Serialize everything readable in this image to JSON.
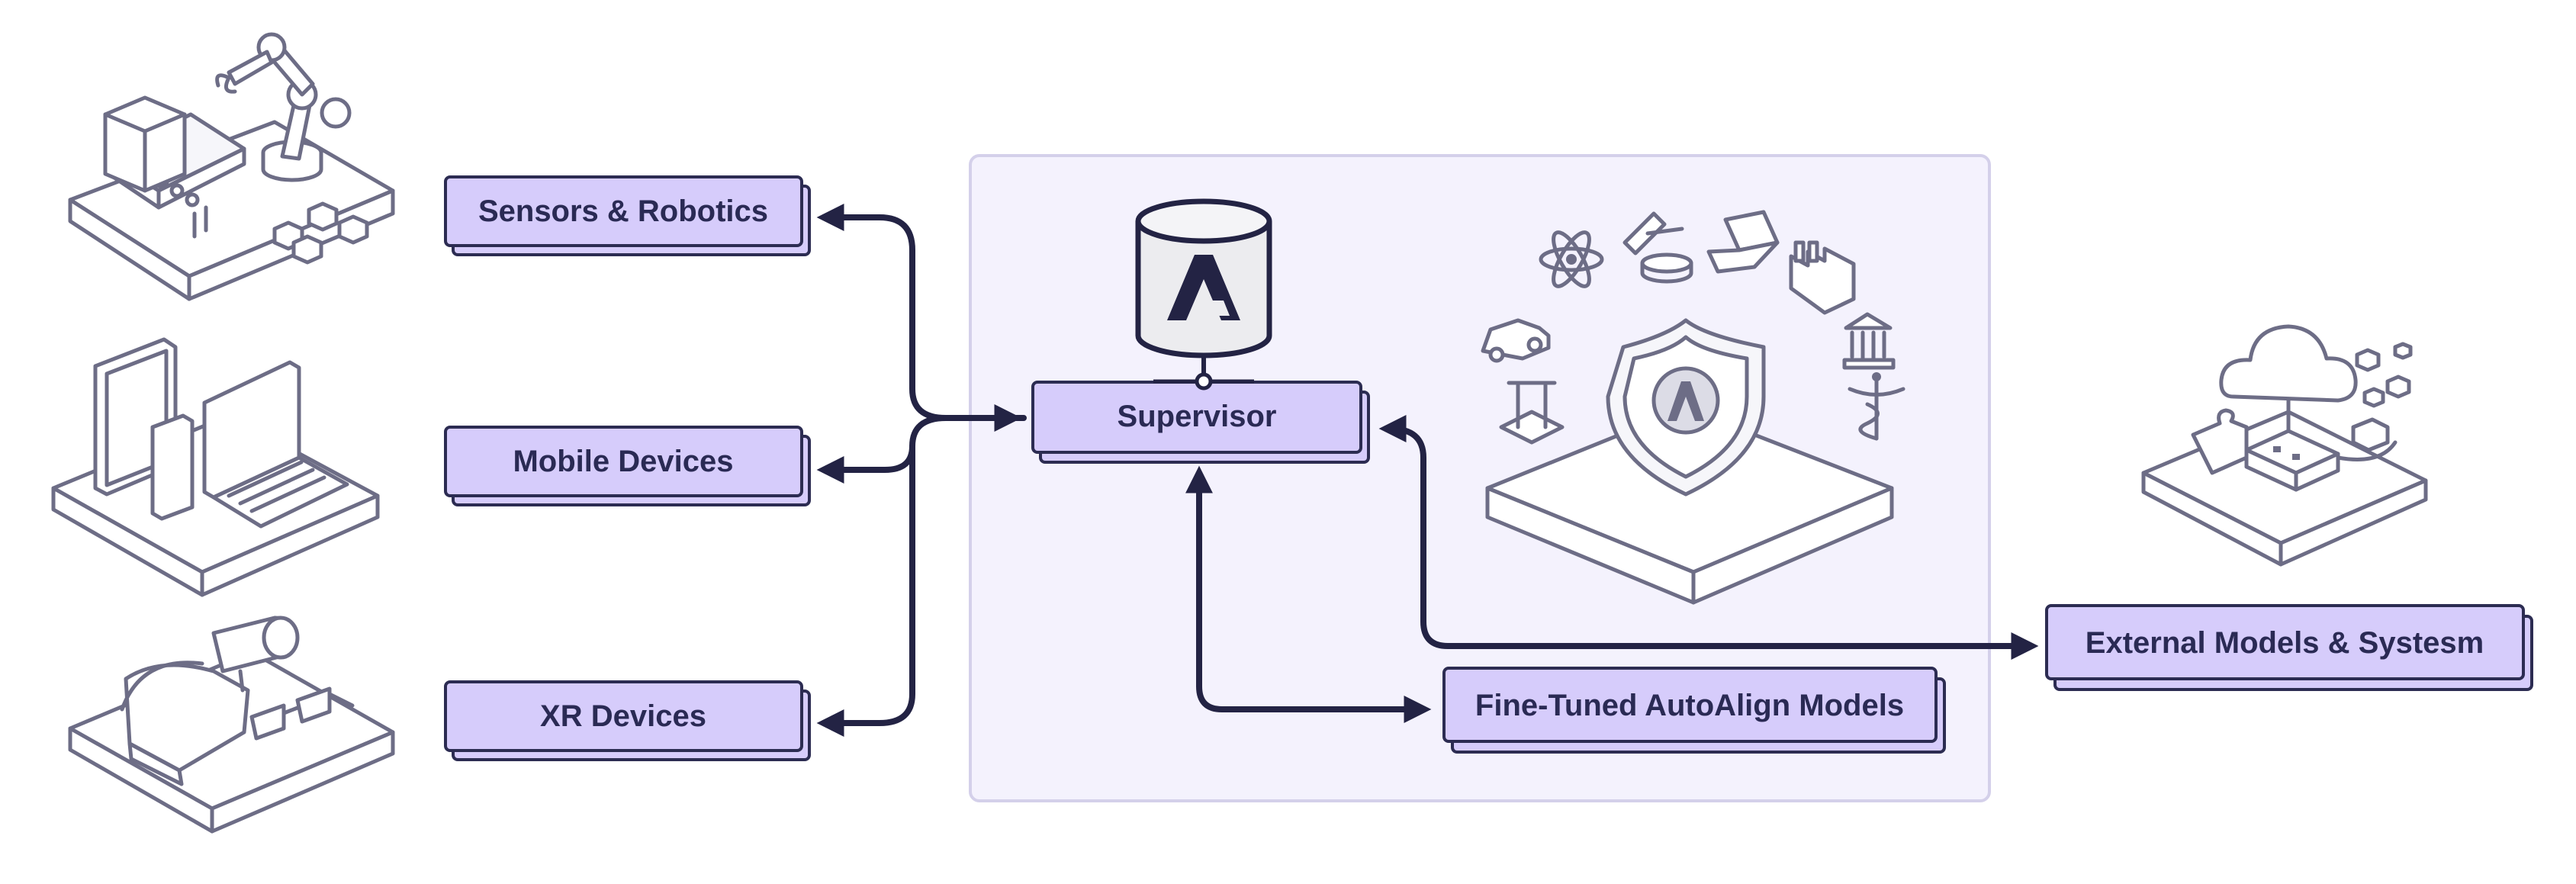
{
  "diagram": {
    "nodes": {
      "sensors": "Sensors & Robotics",
      "mobile": "Mobile Devices",
      "xr": "XR Devices",
      "supervisor": "Supervisor",
      "finetuned": "Fine-Tuned AutoAlign Models",
      "external": "External Models & Systesm"
    },
    "colors": {
      "node_fill": "#d6ccfb",
      "node_stroke": "#2c2c52",
      "node_text": "#2a2a54",
      "arrow": "#232344",
      "panel_fill": "#f4f2fd",
      "panel_stroke": "#d4d0ea",
      "illustration_line": "#6d6d86"
    },
    "icons": [
      "factory-robot-arm-icon",
      "devices-tablet-phone-laptop-icon",
      "vr-headset-glasses-camera-icon",
      "database-autoalign-icon",
      "shield-autoalign-platform-icon",
      "cloud-integration-icon"
    ]
  }
}
